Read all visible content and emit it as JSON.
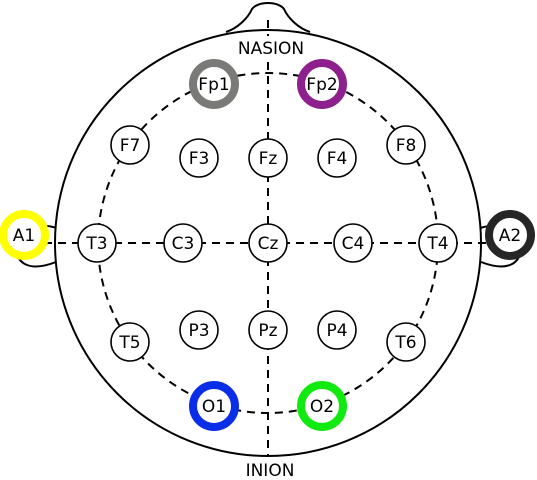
{
  "title": "",
  "landmarks": {
    "top": "NASION",
    "bottom": "INION"
  },
  "electrodes": [
    {
      "label": "Fp1",
      "ring": "#7a7a78"
    },
    {
      "label": "Fp2",
      "ring": "#8e208e"
    },
    {
      "label": "F7",
      "ring": ""
    },
    {
      "label": "F3",
      "ring": ""
    },
    {
      "label": "Fz",
      "ring": ""
    },
    {
      "label": "F4",
      "ring": ""
    },
    {
      "label": "F8",
      "ring": ""
    },
    {
      "label": "A1",
      "ring": "#ffff00"
    },
    {
      "label": "T3",
      "ring": ""
    },
    {
      "label": "C3",
      "ring": ""
    },
    {
      "label": "Cz",
      "ring": ""
    },
    {
      "label": "C4",
      "ring": ""
    },
    {
      "label": "T4",
      "ring": ""
    },
    {
      "label": "A2",
      "ring": "#262626"
    },
    {
      "label": "T5",
      "ring": ""
    },
    {
      "label": "P3",
      "ring": ""
    },
    {
      "label": "Pz",
      "ring": ""
    },
    {
      "label": "P4",
      "ring": ""
    },
    {
      "label": "T6",
      "ring": ""
    },
    {
      "label": "O1",
      "ring": "#0a2ee8"
    },
    {
      "label": "O2",
      "ring": "#11ea11"
    }
  ]
}
